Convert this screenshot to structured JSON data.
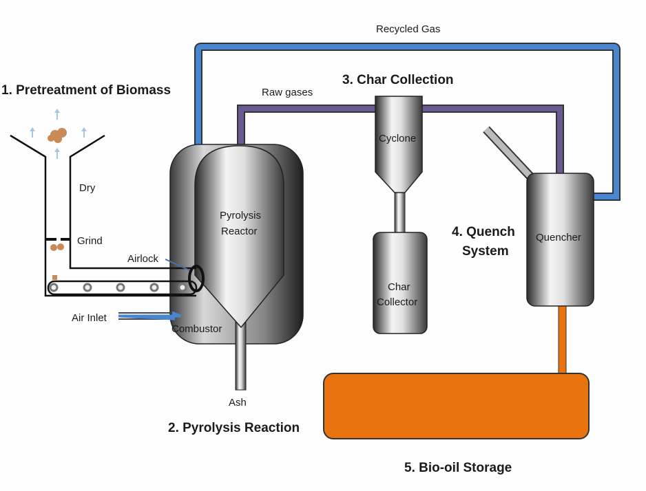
{
  "headings": {
    "pretreatment": "1. Pretreatment of Biomass",
    "pyrolysis": "2. Pyrolysis Reaction",
    "char": "3. Char Collection",
    "quench_1": "4. Quench",
    "quench_2": "System",
    "storage": "5. Bio-oil Storage"
  },
  "labels": {
    "recycled_gas": "Recycled Gas",
    "raw_gases": "Raw gases",
    "dry": "Dry",
    "grind": "Grind",
    "airlock": "Airlock",
    "air_inlet": "Air Inlet",
    "combustor": "Combustor",
    "reactor_1": "Pyrolysis",
    "reactor_2": "Reactor",
    "ash": "Ash",
    "cyclone": "Cyclone",
    "collector_1": "Char",
    "collector_2": "Collector",
    "quencher": "Quencher"
  },
  "colors": {
    "recycled_gas_pipe": "#4a86d0",
    "raw_gas_pipe": "#6a5a90",
    "bio_oil": "#e8730f",
    "biomass": "#c98a55",
    "arrows": "#a8c4e0"
  }
}
